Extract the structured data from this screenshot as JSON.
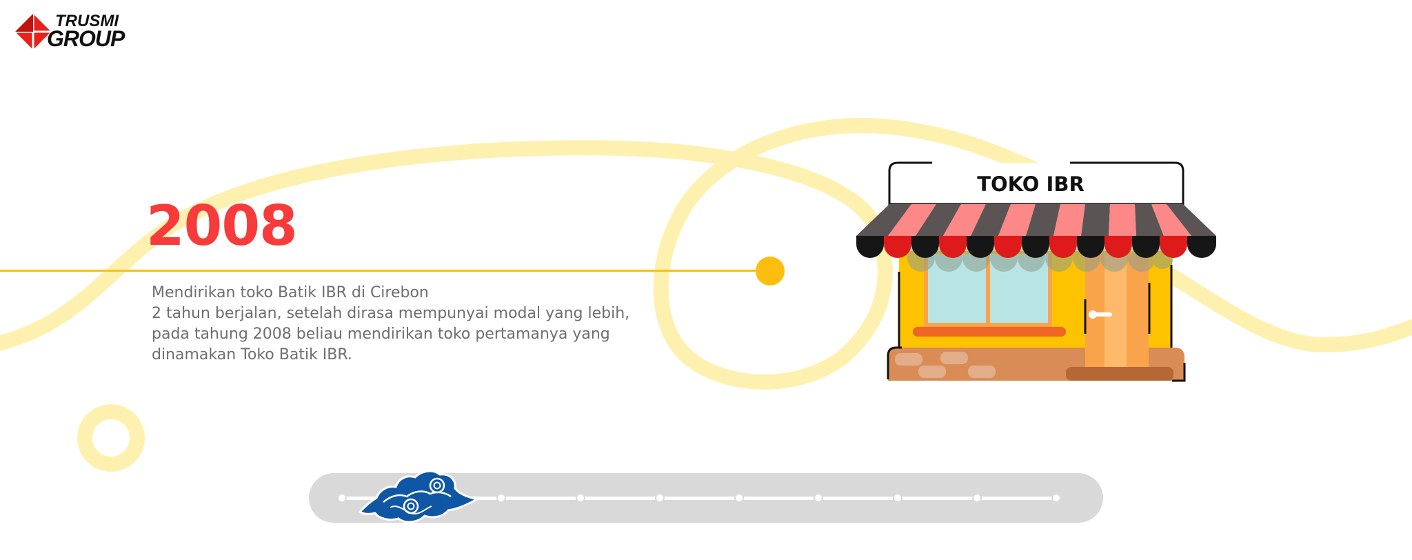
{
  "brand": {
    "name_line1": "TRUSMI",
    "name_line2": "GROUP",
    "logo_color": "#E8211C"
  },
  "milestone": {
    "year": "2008",
    "description_lines": [
      "Mendirikan toko Batik IBR di Cirebon",
      "2 tahun berjalan, setelah dirasa mempunyai modal yang lebih,",
      "pada tahung 2008 beliau mendirikan toko pertamanya yang",
      "dinamakan Toko Batik IBR."
    ],
    "illustration": {
      "sign_text": "TOKO IBR",
      "icon": "storefront-icon"
    }
  },
  "timeline_slider": {
    "stops": 10,
    "current_index": 1,
    "thumb_icon": "mega-mendung-cloud-icon"
  },
  "colors": {
    "accent_red": "#F73B3B",
    "accent_yellow": "#FDBE10",
    "swirl_yellow": "#FEF1B0",
    "text_gray": "#6E6E6E",
    "slider_bg": "#D9D9D9",
    "cloud_blue": "#0F57A5"
  }
}
